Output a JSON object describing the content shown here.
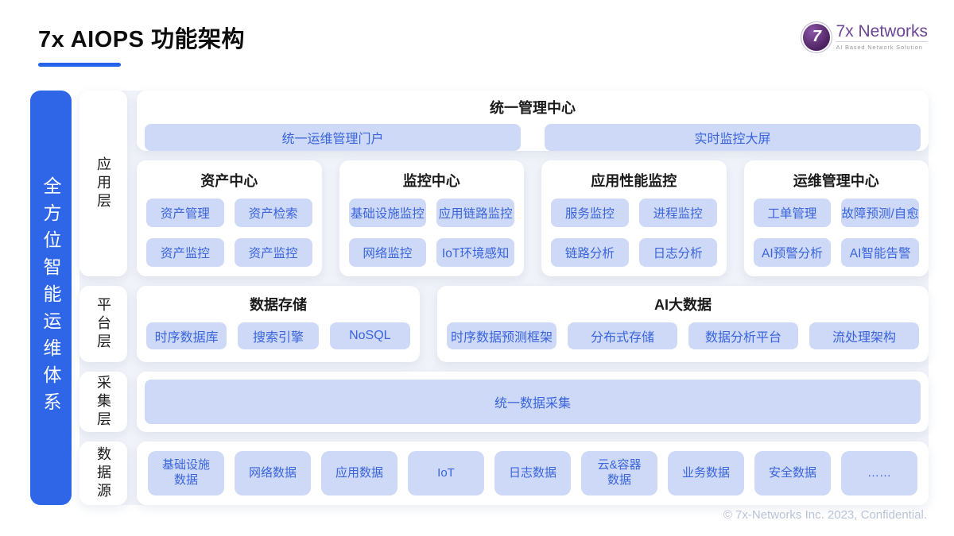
{
  "header": {
    "title": "7x AIOPS 功能架构",
    "logo": {
      "mark": "7",
      "brand": "7x Networks",
      "tagline": "AI Based Network Solution"
    }
  },
  "side_banner": {
    "text": "全方位智能运维体系"
  },
  "layers": [
    {
      "label": "应用层"
    },
    {
      "label": "平台层"
    },
    {
      "label": "采集层"
    },
    {
      "label": "数据源"
    }
  ],
  "management": {
    "title": "统一管理中心",
    "pills": [
      "统一运维管理门户",
      "实时监控大屏"
    ]
  },
  "centers": [
    {
      "title": "资产中心",
      "pills": [
        "资产管理",
        "资产检索",
        "资产监控",
        "资产监控"
      ]
    },
    {
      "title": "监控中心",
      "pills": [
        "基础设施监控",
        "应用链路监控",
        "网络监控",
        "IoT环境感知"
      ]
    },
    {
      "title": "应用性能监控",
      "pills": [
        "服务监控",
        "进程监控",
        "链路分析",
        "日志分析"
      ]
    },
    {
      "title": "运维管理中心",
      "pills": [
        "工单管理",
        "故障预测/自愈",
        "AI预警分析",
        "AI智能告警"
      ]
    }
  ],
  "platform": [
    {
      "title": "数据存储",
      "pills": [
        "时序数据库",
        "搜索引擎",
        "NoSQL"
      ]
    },
    {
      "title": "AI大数据",
      "pills": [
        "时序数据预测框架",
        "分布式存储",
        "数据分析平台",
        "流处理架构"
      ]
    }
  ],
  "collection": {
    "pill": "统一数据采集"
  },
  "sources": [
    "基础设施\n数据",
    "网络数据",
    "应用数据",
    "IoT",
    "日志数据",
    "云&容器\n数据",
    "业务数据",
    "安全数据",
    "……"
  ],
  "footer": {
    "copyright": "© 7x-Networks Inc. 2023, Confidential."
  },
  "colors": {
    "accent_blue": "#2f66e8",
    "underline_blue": "#2563eb",
    "pill_bg": "#cdd9f6",
    "pill_text": "#3a64dc",
    "panel_bg": "#ffffff",
    "frame_bg": "#f1f3f9",
    "logo_purple": "#6d4596",
    "footer_text": "#b9c3d8"
  }
}
